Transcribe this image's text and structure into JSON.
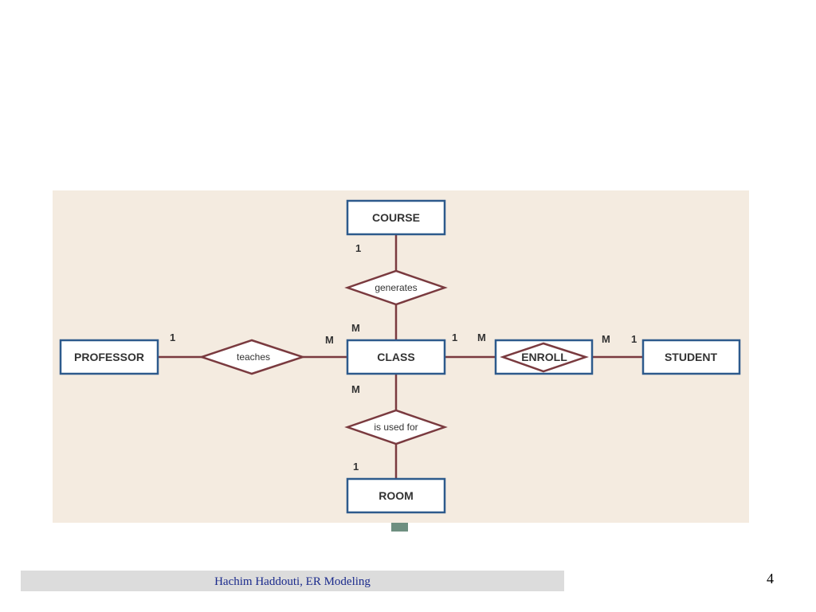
{
  "diagram": {
    "entities": {
      "course": "COURSE",
      "class": "CLASS",
      "professor": "PROFESSOR",
      "enroll": "ENROLL",
      "student": "STUDENT",
      "room": "ROOM"
    },
    "relationships": {
      "generates": "generates",
      "teaches": "teaches",
      "is_used_for": "is used for"
    },
    "cardinalities": {
      "course_generates": "1",
      "class_generates": "M",
      "professor_teaches": "1",
      "class_teaches": "M",
      "class_enroll": "1",
      "enroll_class": "M",
      "enroll_student": "M",
      "student_enroll": "1",
      "class_room": "M",
      "room_class": "1"
    }
  },
  "footer": {
    "text": "Hachim Haddouti, ER Modeling",
    "page_number": "4"
  },
  "colors": {
    "panel_background": "#f4ebe0",
    "entity_border": "#2d5a8c",
    "relationship_border": "#7a3a3f",
    "footer_background": "#dcdcdc",
    "footer_text": "#1a2a8c"
  }
}
